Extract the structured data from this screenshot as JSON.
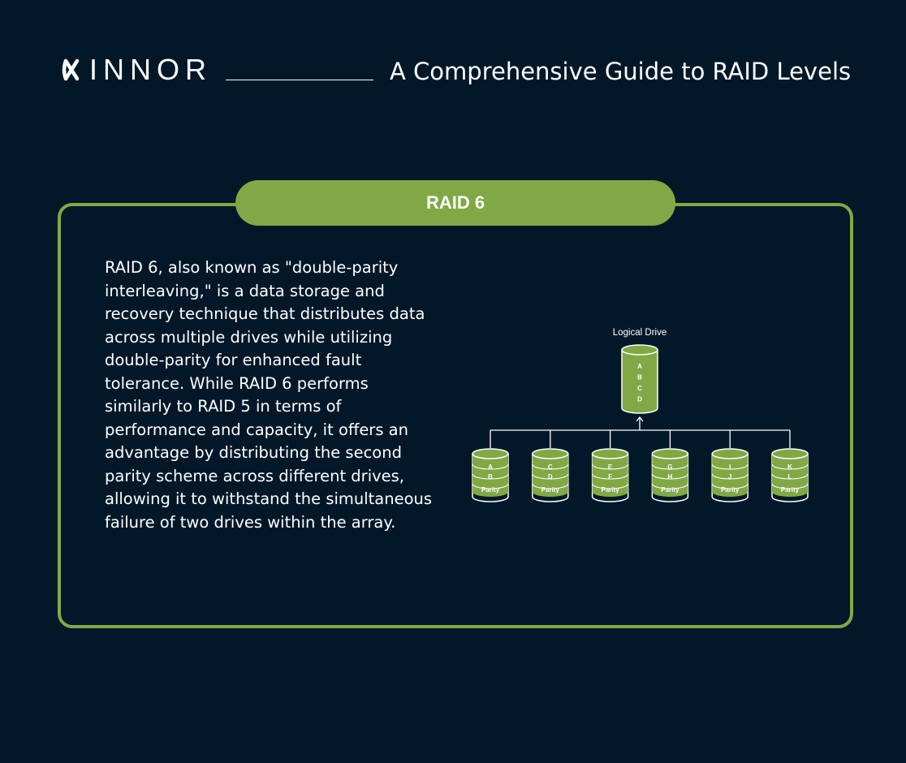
{
  "header": {
    "brand": "INNOR",
    "title": "A Comprehensive Guide to RAID Levels"
  },
  "panel": {
    "heading": "RAID 6",
    "description": "RAID 6, also known as \"double-parity interleaving,\" is a data storage and recovery technique that distributes data across multiple drives while utilizing double-parity for enhanced fault tolerance. While RAID 6 performs similarly to RAID 5 in terms of performance and capacity, it offers an advantage by distributing the second parity scheme across different drives, allowing it to withstand the simultaneous failure of two drives within the array."
  },
  "diagram": {
    "logical_drive": {
      "label": "Logical Drive",
      "blocks": [
        "A",
        "B",
        "C",
        "D"
      ]
    },
    "drives": [
      {
        "blocks": [
          "A",
          "B",
          "Parity"
        ]
      },
      {
        "blocks": [
          "C",
          "D",
          "Parity"
        ]
      },
      {
        "blocks": [
          "E",
          "F",
          "Parity"
        ]
      },
      {
        "blocks": [
          "G",
          "H",
          "Parity"
        ]
      },
      {
        "blocks": [
          "I",
          "J",
          "Parity"
        ]
      },
      {
        "blocks": [
          "K",
          "L",
          "Parity"
        ]
      }
    ]
  },
  "colors": {
    "background": "#021829",
    "accent": "#80a945",
    "text": "#ffffff"
  }
}
